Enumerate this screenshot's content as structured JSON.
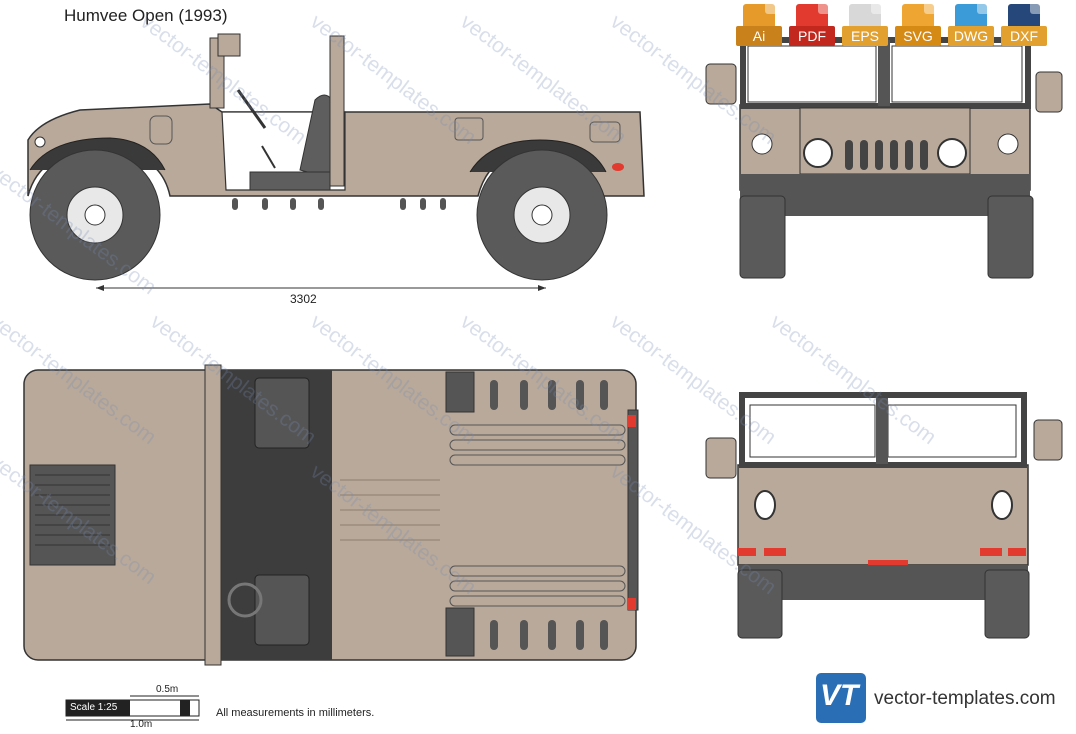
{
  "title": "Humvee Open (1993)",
  "formats": [
    {
      "label": "Ai",
      "color": "#e59a2a"
    },
    {
      "label": "PDF",
      "color": "#e23a2e"
    },
    {
      "label": "EPS",
      "color": "#cfcfcf"
    },
    {
      "label": "SVG",
      "color": "#eea531"
    },
    {
      "label": "DWG",
      "color": "#3b9bd8"
    },
    {
      "label": "DXF",
      "color": "#25477a"
    }
  ],
  "dimension": "3302",
  "scale": {
    "label": "Scale 1:25",
    "half": "0.5m",
    "full": "1.0m"
  },
  "note": "All measurements in millimeters.",
  "brand": {
    "logo": "VT",
    "site": "vector-templates.com"
  },
  "watermark": "vector-templates.com",
  "colors": {
    "body": "#b9a99a",
    "dark": "#505050",
    "tire": "#5a5a5a",
    "light_red": "#e23a2e"
  }
}
